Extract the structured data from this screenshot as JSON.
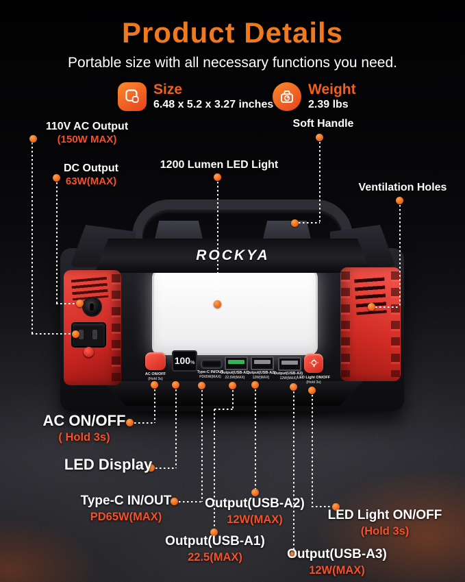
{
  "colors": {
    "accent_orange": "#F0791E",
    "accent_red": "#F4512B",
    "text_white": "#FFFFFF",
    "device_red": "#E03A34",
    "dot_orange": "#F27430",
    "background": "#0B0B0E"
  },
  "header": {
    "title": "Product Details",
    "subtitle": "Portable size with all necessary functions you need."
  },
  "specs": {
    "size": {
      "icon": "size-icon",
      "label": "Size",
      "value": "6.48 x 5.2 x 3.27 inches"
    },
    "weight": {
      "icon": "weight-icon",
      "label": "Weight",
      "value": "2.39 lbs"
    }
  },
  "product": {
    "brand": "ROCKYA",
    "display": {
      "value": "100",
      "unit": "%"
    },
    "labels": {
      "ac_button": "AC ON/OFF",
      "ac_button_sub": "(Hold 3s)",
      "type_c": "Type-C IN/OUT",
      "type_c_sub": "PD65W(MAX)",
      "usb_a1": "Output(USB-A1)",
      "usb_a1_sub": "22.5W(MAX)",
      "usb_a2": "Output(USB-A2)",
      "usb_a2_sub": "12W(MAX)",
      "usb_a3": "Output(USB-A3)",
      "usb_a3_sub": "12W(MAX)",
      "led_button": "LED Light ON/OFF",
      "led_button_sub": "(Hold 3s)"
    }
  },
  "callouts": {
    "ac_output": {
      "line1": "110V AC Output",
      "line2": "(150W MAX)"
    },
    "dc_output": {
      "line1": "DC Output",
      "line2": "63W(MAX)"
    },
    "led_light": {
      "line1": "1200 Lumen LED Light"
    },
    "soft_handle": {
      "line1": "Soft Handle"
    },
    "ventilation": {
      "line1": "Ventilation Holes"
    },
    "ac_onoff": {
      "line1": "AC ON/OFF",
      "line2": "( Hold 3s)"
    },
    "led_display": {
      "line1": "LED Display"
    },
    "type_c": {
      "line1": "Type-C IN/OUT",
      "line2": "PD65W(MAX)"
    },
    "usb_a1": {
      "line1": "Output(USB-A1)",
      "line2": "22.5(MAX)"
    },
    "usb_a2": {
      "line1": "Output(USB-A2)",
      "line2": "12W(MAX)"
    },
    "usb_a3": {
      "line1": "Output(USB-A3)",
      "line2": "12W(MAX)"
    },
    "led_onoff": {
      "line1": "LED Light ON/OFF",
      "line2": "(Hold 3s)"
    }
  }
}
